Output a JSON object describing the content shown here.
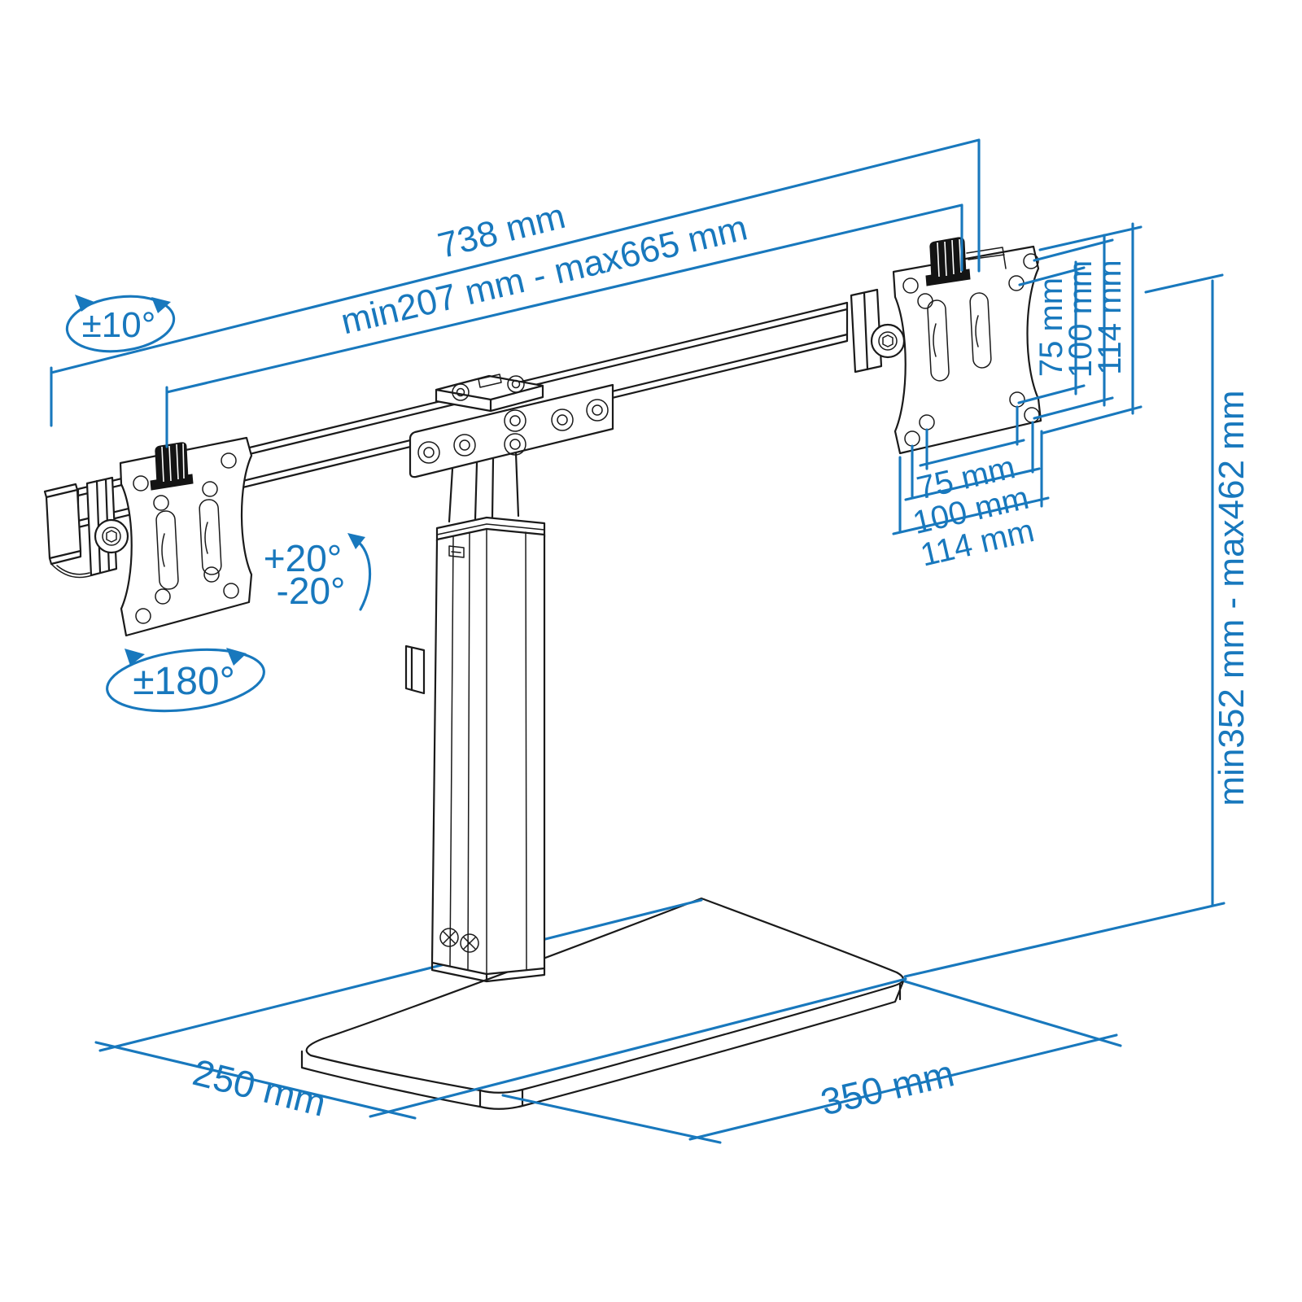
{
  "colors": {
    "dimension_blue": "#1878BD",
    "line_black": "#1a1a1a"
  },
  "dimensions": {
    "arm_total_width": "738 mm",
    "arm_adjust_range": "min207 mm - max665 mm",
    "swivel_angle": "±10°",
    "tilt_up": "+20°",
    "tilt_down": "-20°",
    "rotation": "±180°",
    "height_range": "min352 mm - max462 mm",
    "base_depth": "250 mm",
    "base_width": "350 mm",
    "vesa_vertical": [
      "75 mm",
      "100 mm",
      "114 mm"
    ],
    "vesa_horizontal": [
      "75 mm",
      "100 mm",
      "114 mm"
    ]
  }
}
